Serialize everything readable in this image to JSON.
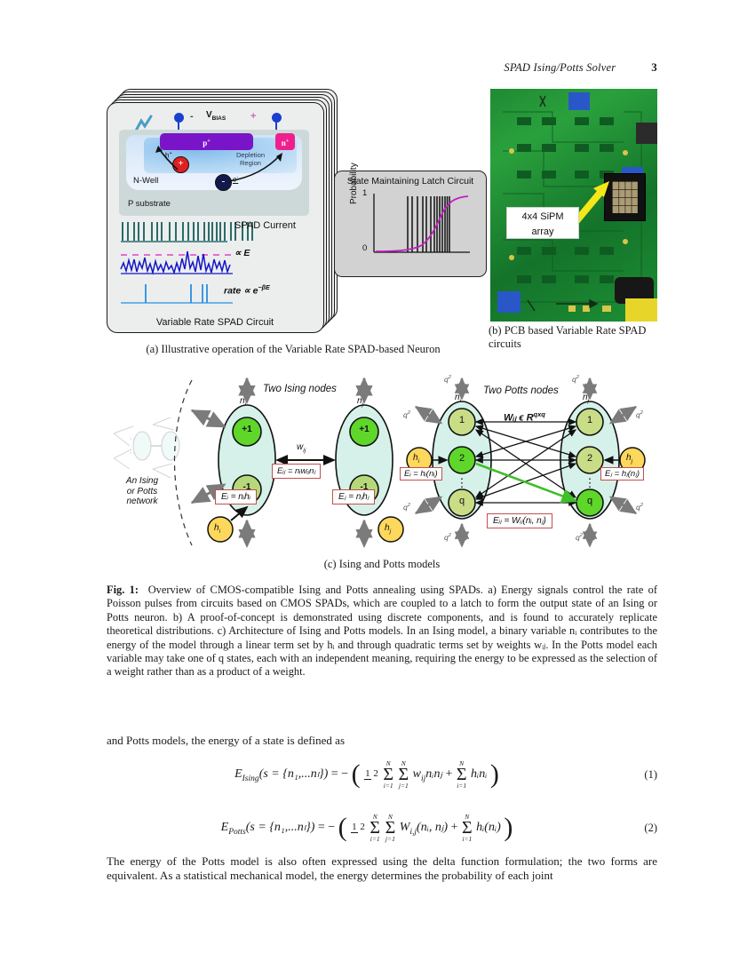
{
  "header": {
    "running_title": "SPAD Ising/Potts Solver",
    "page_number": "3"
  },
  "figure": {
    "panel_a": {
      "caption": "(a) Illustrative operation of the Variable Rate SPAD-based Neuron",
      "box_label": "Variable Rate SPAD Circuit",
      "device": {
        "vbias_label": "V",
        "vbias_sub": "BIAS",
        "minus_sign": "-",
        "plus_sign": "+",
        "p_plus": "p",
        "p_plus_sup": "+",
        "n_plus": "n",
        "n_plus_sup": "+",
        "depletion": "Depletion Region",
        "nwell": "N-Well",
        "substrate": "P substrate",
        "hole": "+",
        "hole_label": "h",
        "electron": "-",
        "electron_label": "e"
      },
      "traces": {
        "spad_current": "SPAD Current",
        "proportional_energy": "∝ E",
        "rate_label": "rate",
        "rate_expr": "∝ e",
        "rate_exp": "−βE"
      }
    },
    "latch": {
      "title": "State Maintaining Latch Circuit",
      "ylabel": "Probability",
      "ytick_top": "1",
      "ytick_bottom": "0"
    },
    "panel_b": {
      "caption": "(b) PCB based Variable Rate SPAD circuits",
      "callout_line1": "4x4 SiPM",
      "callout_line2": "array"
    },
    "panel_c": {
      "caption": "(c) Ising and Potts models",
      "network_label_line1": "An Ising",
      "network_label_line2": "or Potts",
      "network_label_line3": "network",
      "ising": {
        "title": "Two Ising nodes",
        "node_i": "n",
        "node_i_sub": "i",
        "node_j": "n",
        "node_j_sub": "j",
        "state_up": "+1",
        "state_down": "-1",
        "coupling": "w",
        "coupling_sub": "ij",
        "field_i": "h",
        "field_i_sub": "i",
        "field_j": "h",
        "field_j_sub": "j",
        "energy_i": "Eᵢ = nᵢhᵢ",
        "energy_j": "Eⱼ = nⱼhⱼ",
        "energy_ij": "Eᵢⱼ = nᵢwᵢⱼnⱼ"
      },
      "potts": {
        "title": "Two Potts nodes",
        "weight_space": "Wᵢⱼ ϵ R",
        "weight_space_sup": "qxq",
        "node_i": "n",
        "node_i_sub": "i",
        "node_j": "n",
        "node_j_sub": "j",
        "states": [
          "1",
          "2",
          "⋮",
          "q"
        ],
        "q_squared": "q",
        "q_squared_sup": "2",
        "field_i": "h",
        "field_i_sub": "i",
        "field_j": "h",
        "field_j_sub": "j",
        "energy_i": "Eᵢ = hᵢ(nᵢ)",
        "energy_j": "Eⱼ = hⱼ(nⱼ)",
        "energy_ij": "Eᵢⱼ = Wᵢⱼ(nᵢ, nⱼ)"
      }
    },
    "caption": {
      "label": "Fig. 1",
      "separator": ":",
      "text": "Overview of CMOS-compatible Ising and Potts annealing using SPADs. a) Energy signals control the rate of Poisson pulses from circuits based on CMOS SPADs, which are coupled to a latch to form the output state of an Ising or Potts neuron. b) A proof-of-concept is demonstrated using discrete components, and is found to accurately replicate theoretical distributions. c) Architecture of Ising and Potts models. In an Ising model, a binary variable nᵢ contributes to the energy of the model through a linear term set by hᵢ and through quadratic terms set by weights wᵢⱼ. In the Potts model each variable may take one of q states, each with an independent meaning, requiring the energy to be expressed as the selection of a weight rather than as a product of a weight."
    }
  },
  "body": {
    "paragraph_1": "and Potts models, the energy of a state is defined as",
    "paragraph_2": "The energy of the Potts model is also often expressed using the delta function formulation; the two forms are equivalent. As a statistical mechanical model, the energy determines the probability of each joint"
  },
  "equations": {
    "eq1": {
      "number": "(1)",
      "lhs": "E",
      "lhs_sub": "Ising",
      "arg": "(s = {n₁,...nₗ})",
      "arg_plain": "(s = {n",
      "fraction_num": "1",
      "fraction_den": "2",
      "sum1_upper": "N",
      "sum1_lower": "i=1",
      "sum2_upper": "N",
      "sum2_lower": "j=1",
      "term1": "w",
      "term1_sub": "ij",
      "term1_rest": "nᵢnⱼ",
      "sum3_upper": "N",
      "sum3_lower": "i=1",
      "term2": "hᵢnᵢ"
    },
    "eq2": {
      "number": "(2)",
      "lhs": "E",
      "lhs_sub": "Potts",
      "fraction_num": "1",
      "fraction_den": "2",
      "sum1_upper": "N",
      "sum1_lower": "i=1",
      "sum2_upper": "N",
      "sum2_lower": "j=1",
      "term1": "W",
      "term1_sub": "i,j",
      "term1_rest": "(nᵢ, nⱼ)",
      "sum3_upper": "N",
      "sum3_lower": "i=1",
      "term2": "hᵢ(nᵢ)"
    }
  }
}
